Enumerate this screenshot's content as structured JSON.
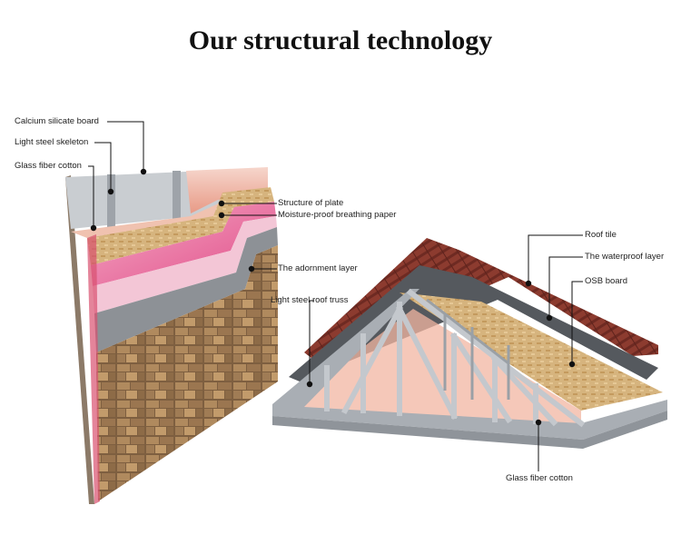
{
  "title": "Our structural technology",
  "wall_labels": {
    "calcium_silicate_board": "Calcium silicate board",
    "light_steel_skeleton": "Light steel skeleton",
    "glass_fiber_cotton": "Glass fiber cotton",
    "structure_of_plate": "Structure of plate",
    "moisture_proof_paper": "Moisture-proof breathing paper",
    "adornment_layer": "The adornment layer"
  },
  "roof_labels": {
    "light_steel_roof_truss": "Light steel roof truss",
    "roof_tile": "Roof tile",
    "waterproof_layer": "The waterproof layer",
    "osb_board": "OSB board",
    "glass_fiber_cotton": "Glass fiber cotton"
  },
  "colors": {
    "stone": "#8a6a48",
    "insulation_pink": "#e0508a",
    "osb": "#d4b07a",
    "steel": "#b8bcc2",
    "roof_tile": "#8a3a2e",
    "membrane": "#5a5e63",
    "calcium_board": "#c9cdd1"
  }
}
